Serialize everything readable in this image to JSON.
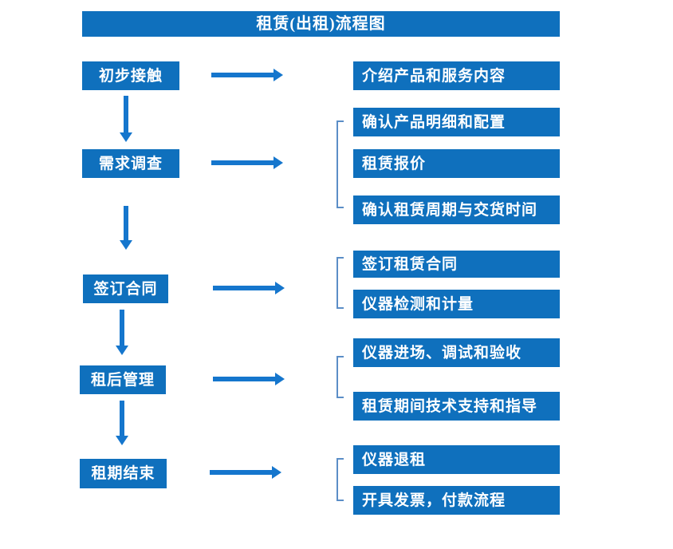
{
  "header": {
    "title": "租赁(出租)流程图"
  },
  "flow": {
    "stages": [
      {
        "label": "初步接触",
        "outputs": [
          "介绍产品和服务内容"
        ]
      },
      {
        "label": "需求调查",
        "outputs": [
          "确认产品明细和配置",
          "租赁报价",
          "确认租赁周期与交货时间"
        ]
      },
      {
        "label": "签订合同",
        "outputs": [
          "签订租赁合同",
          "仪器检测和计量"
        ]
      },
      {
        "label": "租后管理",
        "outputs": [
          "仪器进场、调试和验收",
          "租赁期间技术支持和指导"
        ]
      },
      {
        "label": "租期结束",
        "outputs": [
          "仪器退租",
          "开具发票，付款流程"
        ]
      }
    ]
  },
  "colors": {
    "box": "#0F70BD",
    "arrow": "#1576CD",
    "bracket": "#5B8EC7",
    "text": "#FFFFFF",
    "background": "#FFFFFF"
  }
}
